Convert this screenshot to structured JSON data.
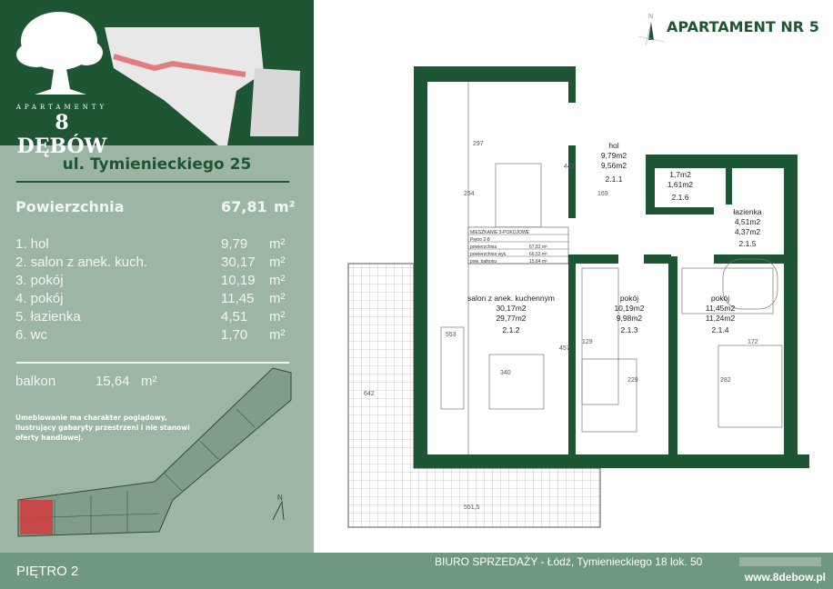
{
  "brand": {
    "small": "APARTAMENTY",
    "big": "8 DĘBÓW"
  },
  "address": "ul. Tymienieckiego 25",
  "total": {
    "label": "Powierzchnia",
    "value": "67,81",
    "unit": "m²"
  },
  "rooms": [
    {
      "label": "1. hol",
      "value": "9,79",
      "unit": "m²"
    },
    {
      "label": "2. salon z anek. kuch.",
      "value": "30,17",
      "unit": "m²"
    },
    {
      "label": "3. pokój",
      "value": "10,19",
      "unit": "m²"
    },
    {
      "label": "4. pokój",
      "value": "11,45",
      "unit": "m²"
    },
    {
      "label": "5. łazienka",
      "value": "4,51",
      "unit": "m²"
    },
    {
      "label": "6. wc",
      "value": "1,70",
      "unit": "m²"
    }
  ],
  "balcony": {
    "label": "balkon",
    "value": "15,64",
    "unit": "m²"
  },
  "note": "Umeblowanie ma charakter poglądowy, ilustrujący gabaryty przestrzeni i nie stanowi oferty handlowej.",
  "floor": "PIĘTRO 2",
  "apartment_title": "APARTAMENT NR 5",
  "office": "BIURO SPRZEDAŻY - Łódź, Tymienieckiego 18 lok. 50",
  "website": "www.8debow.pl",
  "compass": "N",
  "plan": {
    "hol": {
      "name": "hol",
      "a": "9,79m2",
      "b": "9,56m2",
      "id": "2.1.1"
    },
    "wc": {
      "a": "1,7m2",
      "b": "1,61m2",
      "id": "2.1.6"
    },
    "bath": {
      "name": "łazienka",
      "a": "4,51m2",
      "b": "4,37m2",
      "id": "2.1.5"
    },
    "salon": {
      "name": "salon z anek. kuchennym",
      "a": "30,17m2",
      "b": "29,77m2",
      "id": "2.1.2"
    },
    "room3": {
      "name": "pokój",
      "a": "10,19m2",
      "b": "9,98m2",
      "id": "2.1.3"
    },
    "room4": {
      "name": "pokój",
      "a": "11,45m2",
      "b": "11,24m2",
      "id": "2.1.4"
    },
    "table": [
      [
        "MIESZKANIE 3-POKOJOWE",
        ""
      ],
      [
        "Piętro 2-8",
        ""
      ],
      [
        "powierzchnia",
        "67,81 m²"
      ],
      [
        "powierzchnia wyk.",
        "66,53 m²"
      ],
      [
        "pow. balkonu",
        "15,64 m²"
      ]
    ],
    "dims": [
      "254",
      "169",
      "443",
      "340",
      "457",
      "229",
      "282",
      "129",
      "172",
      "551,5",
      "642",
      "297",
      "553"
    ]
  },
  "colors": {
    "dark_green": "#1e5633",
    "sage": "#9db5a5",
    "footer": "#6e9880"
  }
}
